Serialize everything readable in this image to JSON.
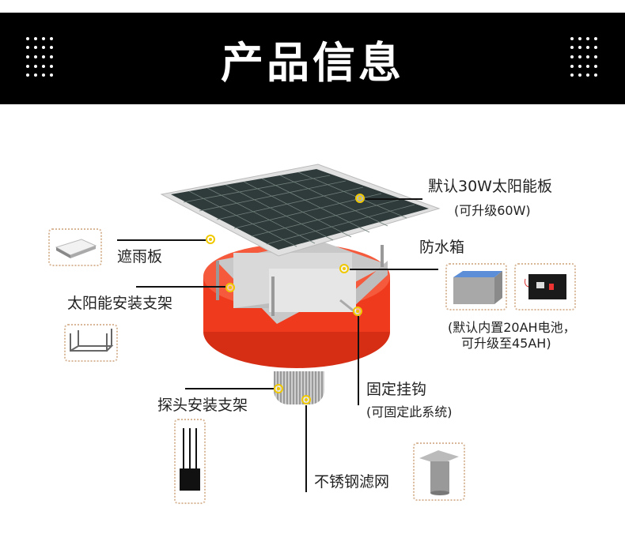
{
  "header": {
    "title": "产品信息",
    "background": "#000000",
    "title_color": "#ffffff",
    "dot_grid": {
      "rows": 5,
      "cols": 4
    }
  },
  "product": {
    "name": "buoy-monitoring-station",
    "body_color": "#f03a1e",
    "marker_color": "#f0c800"
  },
  "callouts": {
    "solar_panel": {
      "label": "默认30W太阳能板",
      "sub": "(可升级60W)"
    },
    "rain_cover": {
      "label": "遮雨板"
    },
    "solar_bracket": {
      "label": "太阳能安装支架"
    },
    "waterproof_box": {
      "label": "防水箱"
    },
    "battery_note": {
      "line1": "(默认内置20AH电池，",
      "line2": "可升级至45AH)"
    },
    "fixing_hook": {
      "label": "固定挂钩",
      "sub": "(可固定此系统)"
    },
    "probe_bracket": {
      "label": "探头安装支架"
    },
    "steel_filter": {
      "label": "不锈钢滤网"
    }
  },
  "thumbnails": [
    {
      "id": "rain-cover",
      "desc": "rain cover plate"
    },
    {
      "id": "solar-bracket",
      "desc": "solar mounting frame"
    },
    {
      "id": "waterproof-box",
      "desc": "grey waterproof box"
    },
    {
      "id": "battery",
      "desc": "black battery pack"
    },
    {
      "id": "probe-bracket",
      "desc": "probe mounting bracket"
    },
    {
      "id": "steel-filter",
      "desc": "stainless steel filter"
    }
  ]
}
